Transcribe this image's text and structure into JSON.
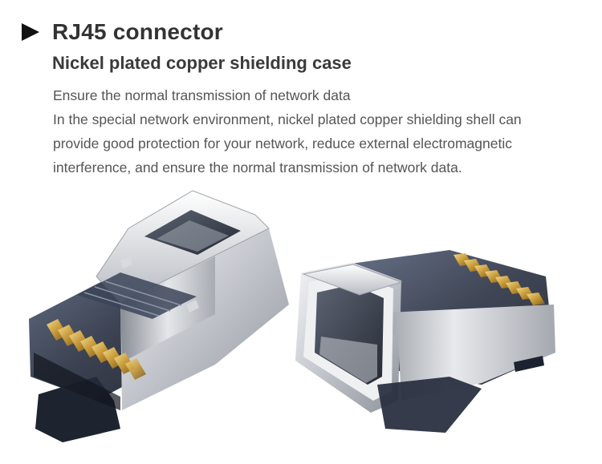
{
  "heading": {
    "title": "RJ45 connector"
  },
  "subheading": "Nickel plated copper shielding case",
  "paragraph": {
    "lines": [
      "Ensure the normal transmission of network data",
      "In the special network environment, nickel plated copper shielding shell can",
      "provide good protection for your network, reduce external electromagnetic",
      "interference, and ensure the normal transmission of network data."
    ]
  },
  "icons": {
    "bullet": "play-triangle-icon"
  },
  "colors": {
    "heading_text": "#333333",
    "body_text": "#555555",
    "nickel_shell": "#c9ccd2",
    "gold_contacts": "#c9a24a",
    "clear_plastic": "#2b3447"
  }
}
